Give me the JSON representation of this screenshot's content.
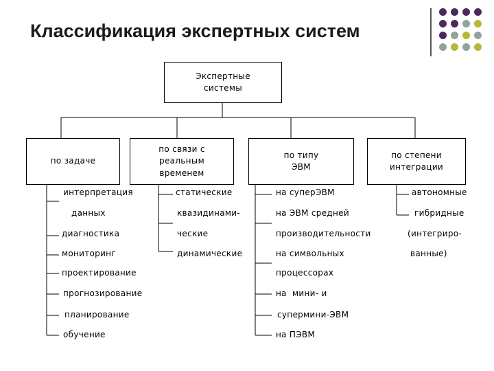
{
  "title": "Классификация экспертных систем",
  "deco_colors": [
    "#4a2a5e",
    "#8fa39a",
    "#b8b83a"
  ],
  "root": {
    "line1": "Экспертные",
    "line2": "системы"
  },
  "categories": [
    {
      "line1": "по задаче",
      "line2": "",
      "line3": ""
    },
    {
      "line1": "по связи с",
      "line2": "реальным",
      "line3": "временем"
    },
    {
      "line1": "по типу",
      "line2": "ЭВМ",
      "line3": ""
    },
    {
      "line1": "по степени",
      "line2": "интеграции",
      "line3": ""
    }
  ],
  "col1": [
    "интерпретация",
    "данных",
    "диагностика",
    "мониторинг",
    "проектирование",
    "прогнозирование",
    "планирование",
    "обучение"
  ],
  "col2": [
    "статические",
    "квазидинами-",
    "ческие",
    "динамические"
  ],
  "col3": [
    "на суперЭВМ",
    "на ЭВМ средней",
    "производительности",
    "на символьных",
    "процессорах",
    "на  мини- и",
    "супермини-ЭВМ",
    "на ПЭВМ"
  ],
  "col4": [
    "автономные",
    "гибридные",
    "(интегриро-",
    "ванные)"
  ]
}
